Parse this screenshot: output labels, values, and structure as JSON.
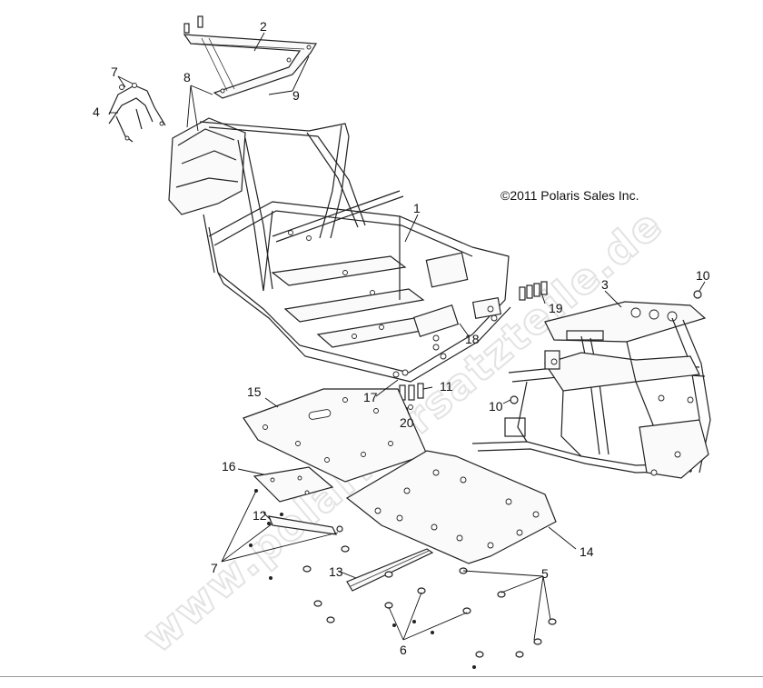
{
  "watermark": "www.polarisersatzteile.de",
  "copyright": "©2011 Polaris Sales Inc.",
  "callouts": {
    "c1": "1",
    "c2": "2",
    "c3": "3",
    "c4": "4",
    "c5": "5",
    "c6": "6",
    "c7a": "7",
    "c7b": "7",
    "c8": "8",
    "c9": "9",
    "c10a": "10",
    "c10b": "10",
    "c11": "11",
    "c12": "12",
    "c13": "13",
    "c14": "14",
    "c15": "15",
    "c16": "16",
    "c17": "17",
    "c18": "18",
    "c19": "19",
    "c20": "20"
  }
}
